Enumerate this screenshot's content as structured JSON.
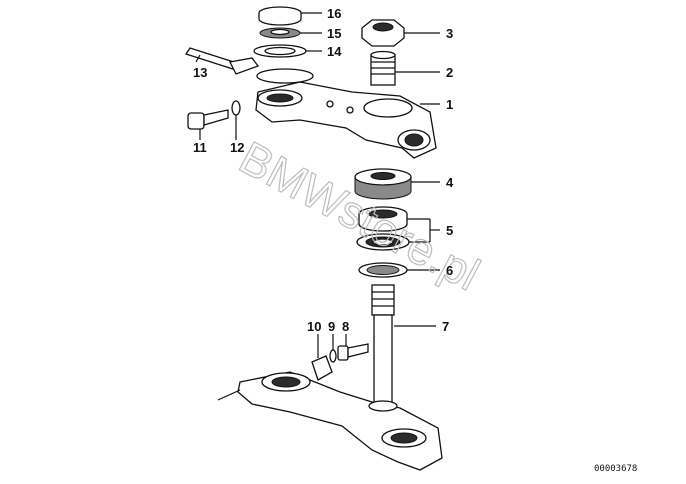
{
  "diagram": {
    "reference_number": "00003678",
    "watermark": "BMWstore.pl",
    "callouts": [
      "1",
      "2",
      "3",
      "4",
      "5",
      "6",
      "7",
      "8",
      "9",
      "10",
      "11",
      "12",
      "13",
      "14",
      "15",
      "16"
    ]
  }
}
